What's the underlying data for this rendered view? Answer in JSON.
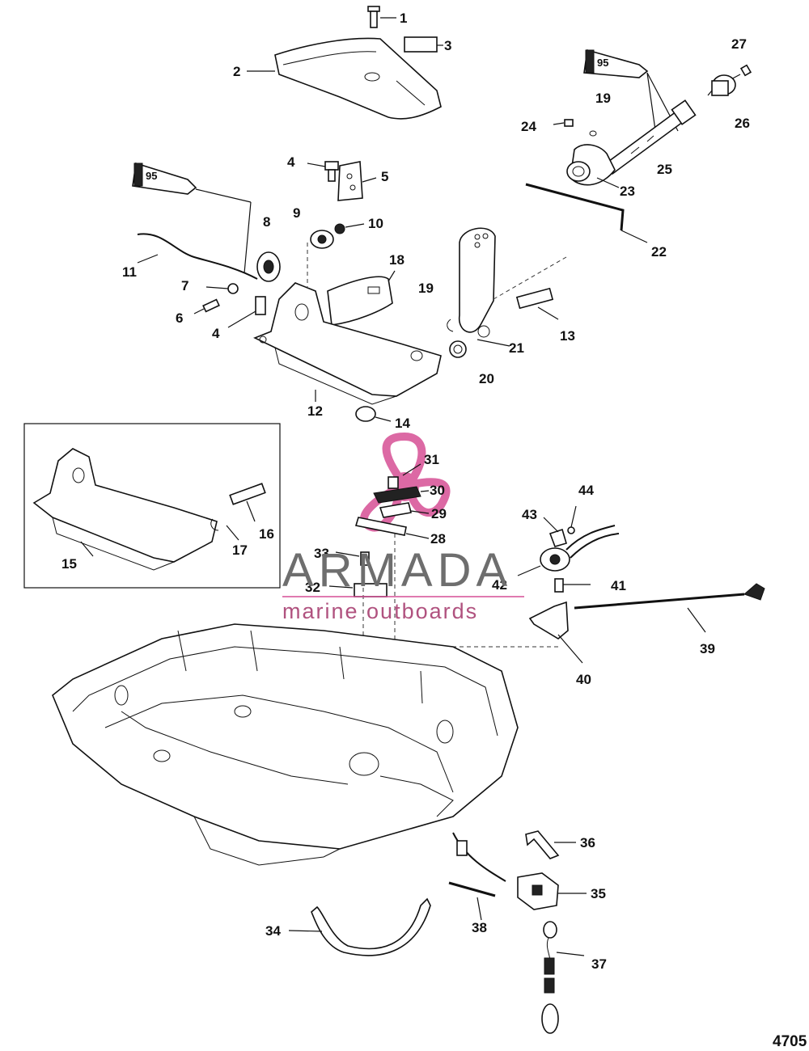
{
  "diagram_id": "4705",
  "sealant_code": "95",
  "watermark": {
    "brand": "ARMADA",
    "tagline": "marine outboards",
    "accent_color": "#d64f95"
  },
  "callouts": [
    "1",
    "2",
    "3",
    "4",
    "4",
    "5",
    "6",
    "7",
    "8",
    "9",
    "10",
    "11",
    "12",
    "13",
    "14",
    "15",
    "16",
    "17",
    "18",
    "19",
    "19",
    "20",
    "21",
    "22",
    "23",
    "24",
    "25",
    "26",
    "27",
    "28",
    "29",
    "30",
    "31",
    "32",
    "33",
    "34",
    "35",
    "36",
    "37",
    "38",
    "39",
    "40",
    "41",
    "42",
    "43",
    "44"
  ]
}
